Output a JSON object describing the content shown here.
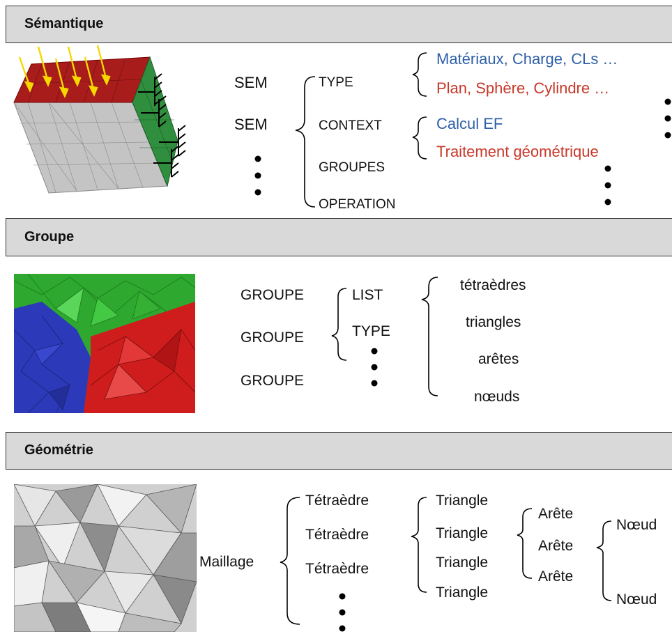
{
  "sections": {
    "semantique": {
      "title": "Sémantique",
      "sem_labels": [
        "SEM",
        "SEM"
      ],
      "keys": [
        "TYPE",
        "CONTEXT",
        "GROUPES",
        "OPERATION"
      ],
      "type_values": [
        "Matériaux, Charge, CLs …",
        "Plan, Sphère, Cylindre …"
      ],
      "context_values": [
        "Calcul EF",
        "Traitement géométrique"
      ]
    },
    "groupe": {
      "title": "Groupe",
      "groupe_labels": [
        "GROUPE",
        "GROUPE",
        "GROUPE"
      ],
      "keys": [
        "LIST",
        "TYPE"
      ],
      "entities": [
        "tétraèdres",
        "triangles",
        "arêtes",
        "nœuds"
      ]
    },
    "geometrie": {
      "title": "Géométrie",
      "root": "Maillage",
      "tetraedres": [
        "Tétraèdre",
        "Tétraèdre",
        "Tétraèdre"
      ],
      "triangles": [
        "Triangle",
        "Triangle",
        "Triangle",
        "Triangle"
      ],
      "aretes": [
        "Arête",
        "Arête",
        "Arête"
      ],
      "noeuds": [
        "Nœud",
        "Nœud"
      ]
    }
  },
  "colors": {
    "header_bg": "#d9d9d9",
    "blue_text": "#2e5fa8",
    "red_text": "#c8382a",
    "cube_top": "#b01c1c",
    "cube_side": "#2e8b3e",
    "cube_front": "#c0c0c0",
    "group_green": "#3fbf3f",
    "group_blue": "#2e3fbf",
    "group_red": "#d92020"
  }
}
